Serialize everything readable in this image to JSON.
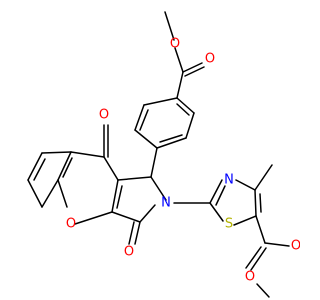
{
  "molecule": {
    "atoms": [
      {
        "id": "O1",
        "text": "O",
        "color": "#ff0000"
      },
      {
        "id": "O2",
        "text": "O",
        "color": "#ff0000"
      },
      {
        "id": "O3",
        "text": "O",
        "color": "#ff0000"
      },
      {
        "id": "O4",
        "text": "O",
        "color": "#ff0000"
      },
      {
        "id": "O5",
        "text": "O",
        "color": "#ff0000"
      },
      {
        "id": "O6",
        "text": "O",
        "color": "#ff0000"
      },
      {
        "id": "O7",
        "text": "O",
        "color": "#ff0000"
      },
      {
        "id": "N1",
        "text": "N",
        "color": "#0000ff"
      },
      {
        "id": "N2",
        "text": "N",
        "color": "#0000ff"
      },
      {
        "id": "S1",
        "text": "S",
        "color": "#b2b200"
      }
    ]
  }
}
